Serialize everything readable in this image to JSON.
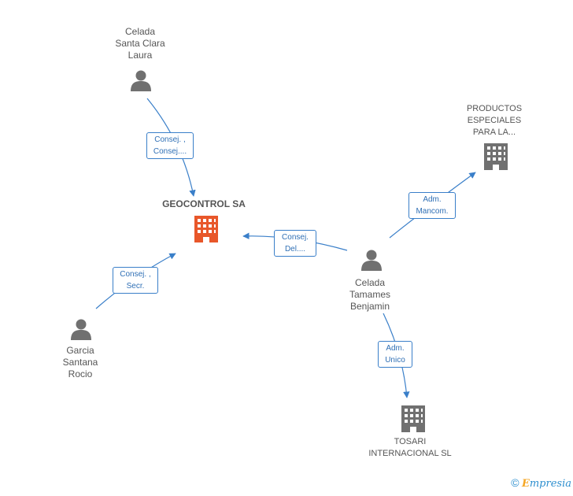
{
  "nodes": {
    "celada_laura": {
      "lines": [
        "Celada",
        "Santa Clara",
        "Laura"
      ],
      "icon": "person-icon"
    },
    "geocontrol": {
      "lines": [
        "GEOCONTROL SA"
      ],
      "icon": "building-icon",
      "color": "#e8572a"
    },
    "garcia": {
      "lines": [
        "Garcia",
        "Santana",
        "Rocio"
      ],
      "icon": "person-icon"
    },
    "celada_benjamin": {
      "lines": [
        "Celada",
        "Tamames",
        "Benjamin"
      ],
      "icon": "person-icon"
    },
    "productos": {
      "lines": [
        "PRODUCTOS",
        "ESPECIALES",
        "PARA LA..."
      ],
      "icon": "building-icon",
      "color": "#707070"
    },
    "tosari": {
      "lines": [
        "TOSARI",
        "INTERNACIONAL SL"
      ],
      "icon": "building-icon",
      "color": "#707070"
    }
  },
  "edges": {
    "e1": [
      "Consej. ,",
      "Consej...."
    ],
    "e2": [
      "Consej. ,",
      "Secr."
    ],
    "e3": [
      "Consej.",
      "Del...."
    ],
    "e4": [
      "Adm.",
      "Mancom."
    ],
    "e5": [
      "Adm.",
      "Unico"
    ]
  },
  "colors": {
    "edge": "#3a7fc9",
    "person": "#707070",
    "text": "#555555"
  },
  "footer": {
    "copyright": "©",
    "brand_first": "E",
    "brand_rest": "mpresia"
  }
}
